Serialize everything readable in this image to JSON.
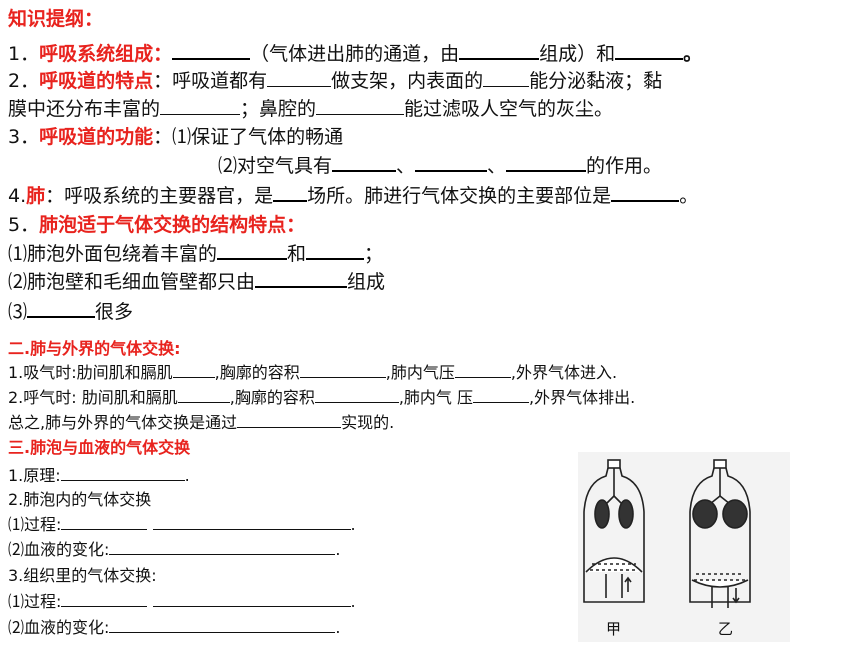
{
  "outline_title": "知识提纲：",
  "items": {
    "i1": {
      "num": "1．",
      "label": "呼吸系统组成：",
      "t1": "（气体进出肺的通道，由",
      "t2": "组成）和",
      "t3": "。"
    },
    "i2": {
      "num": "2．",
      "label": "呼吸道的特点",
      "t1": "：呼吸道都有",
      "t2": "做支架，内表面的",
      "t3": "能分泌黏液；黏",
      "t4": "膜中还分布丰富的",
      "t5": "；鼻腔的",
      "t6": "能过滤吸人空气的灰尘。"
    },
    "i3": {
      "num": "3．",
      "label": "呼吸道的功能",
      "t1": "：⑴保证了气体的畅通",
      "t2": "⑵对空气具有",
      "t3": "、",
      "t4": "、",
      "t5": "的作用。"
    },
    "i4": {
      "num": "4.",
      "label": "肺",
      "t1": "：呼吸系统的主要器官，是",
      "t2": "场所。肺进行气体交换的主要部位是",
      "t3": "。"
    },
    "i5": {
      "num": "5．",
      "label": "肺泡适于气体交换的结构特点：",
      "s1a": "⑴肺泡外面包绕着丰富的",
      "s1b": "和",
      "s1c": "；",
      "s2a": "⑵肺泡壁和毛细血管壁都只由",
      "s2b": "组成",
      "s3a": "⑶",
      "s3b": "很多"
    }
  },
  "section2": {
    "title": "二.肺与外界的气体交换:",
    "inhale": {
      "a": "1.吸气时:肋间肌和膈肌",
      "b": ",胸廓的容积",
      "c": ",肺内气压",
      "d": ",外界气体进入."
    },
    "exhale": {
      "a": "2.呼气时: 肋间肌和膈肌",
      "b": ",胸廓的容积",
      "c": ",肺内气 压",
      "d": ",外界气体排出."
    },
    "summary": {
      "a": "总之,肺与外界的气体交换是通过",
      "b": "实现的."
    }
  },
  "section3": {
    "title": "三.肺泡与血液的气体交换",
    "l1": "1.原理:",
    "l2": "2.肺泡内的气体交换",
    "l3": "⑴过程:",
    "l4": "⑵血液的变化:",
    "l5": "3.组织里的气体交换:",
    "l6": "⑴过程:",
    "l7": "⑵血液的变化:",
    "period": "."
  },
  "figure": {
    "label_left": "甲",
    "label_right": "乙"
  },
  "colors": {
    "heading": "#e8231e",
    "text": "#111111"
  }
}
